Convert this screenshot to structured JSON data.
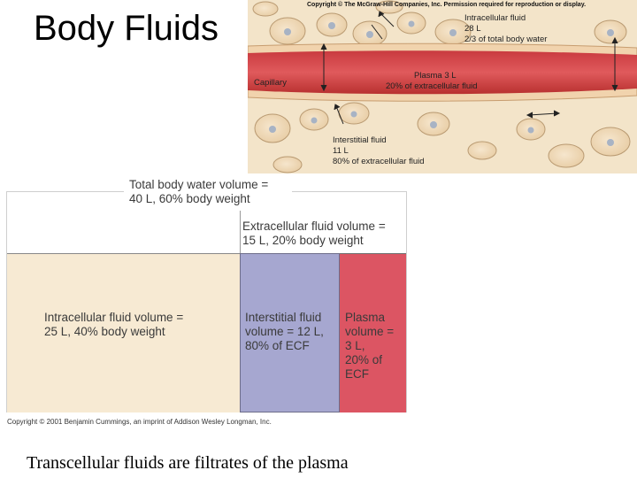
{
  "title": "Body Fluids",
  "illustration": {
    "copyright": "Copyright © The McGraw-Hill Companies, Inc. Permission required for reproduction or display.",
    "icf": [
      "Intracellular fluid",
      "28 L",
      "2/3 of total body water"
    ],
    "plasma": [
      "Plasma 3 L",
      "20% of extracellular fluid"
    ],
    "capillary": "Capillary",
    "isf": [
      "Interstitial fluid",
      "11 L",
      "80% of extracellular fluid"
    ]
  },
  "diagram": {
    "total": "Total body water volume =\n40 L, 60% body weight",
    "ecf": "Extracellular fluid volume =\n15 L, 20% body weight",
    "icf": "Intracellular fluid volume =\n25 L, 40% body weight",
    "isf": "Interstitial fluid\nvolume = 12 L,\n80% of ECF",
    "plasma": "Plasma\nvolume =\n3 L,\n20% of\nECF",
    "colors": {
      "icf": "#f7ead3",
      "isf": "#a6a7d0",
      "plasma": "#dc5563"
    }
  },
  "copyright2": "Copyright © 2001 Benjamin Cummings, an imprint of Addison Wesley Longman, Inc.",
  "footer": "Transcellular fluids are filtrates of the plasma"
}
